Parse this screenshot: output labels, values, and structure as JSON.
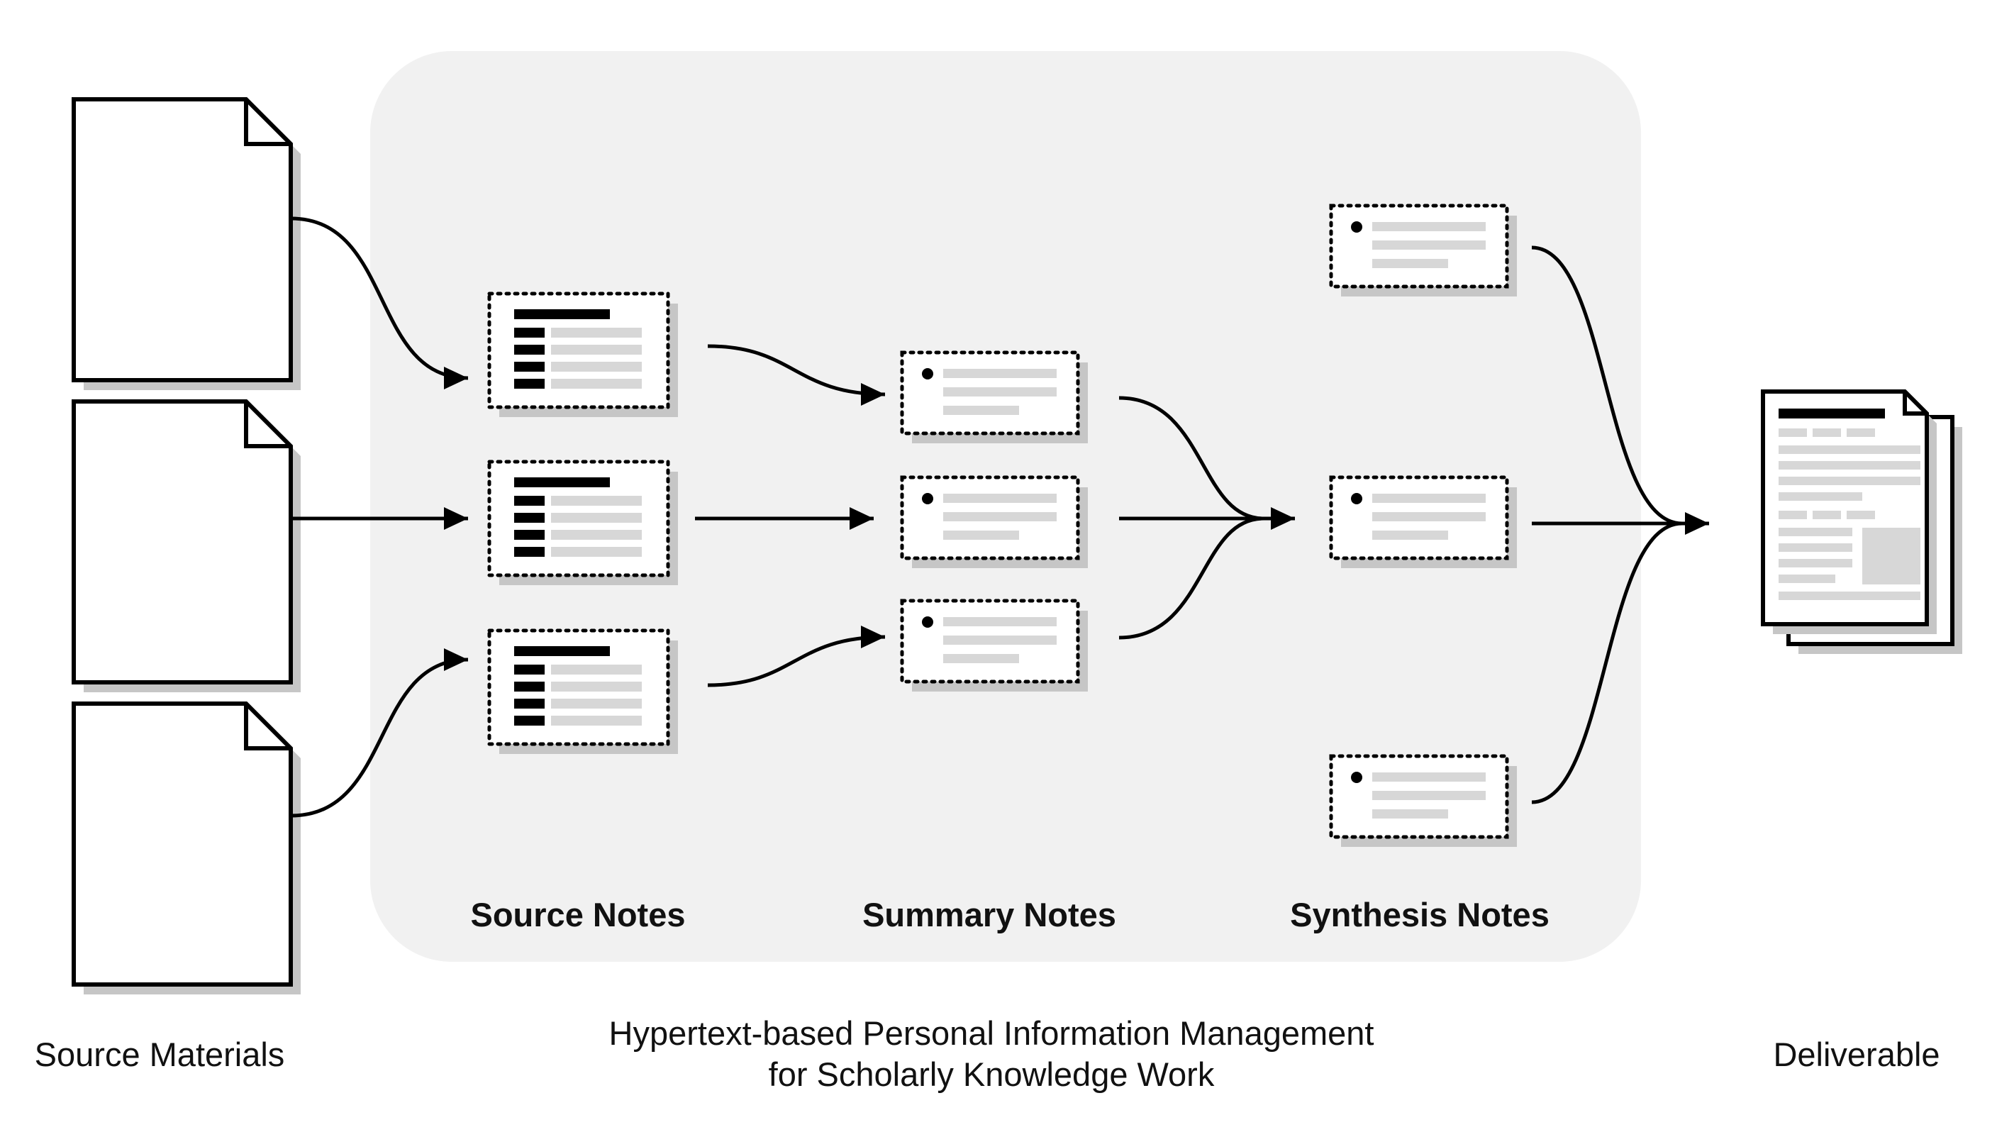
{
  "stages": {
    "source_notes": "Source Notes",
    "summary_notes": "Summary Notes",
    "synthesis_notes": "Synthesis Notes"
  },
  "captions": {
    "left": "Source Materials",
    "center_line1": "Hypertext-based Personal Information Management",
    "center_line2": "for Scholarly Knowledge Work",
    "right": "Deliverable"
  },
  "colors": {
    "panel": "#f1f1f1",
    "shadow": "#c6c6c6",
    "ink": "#000000",
    "note_line": "#d7d7d7"
  }
}
